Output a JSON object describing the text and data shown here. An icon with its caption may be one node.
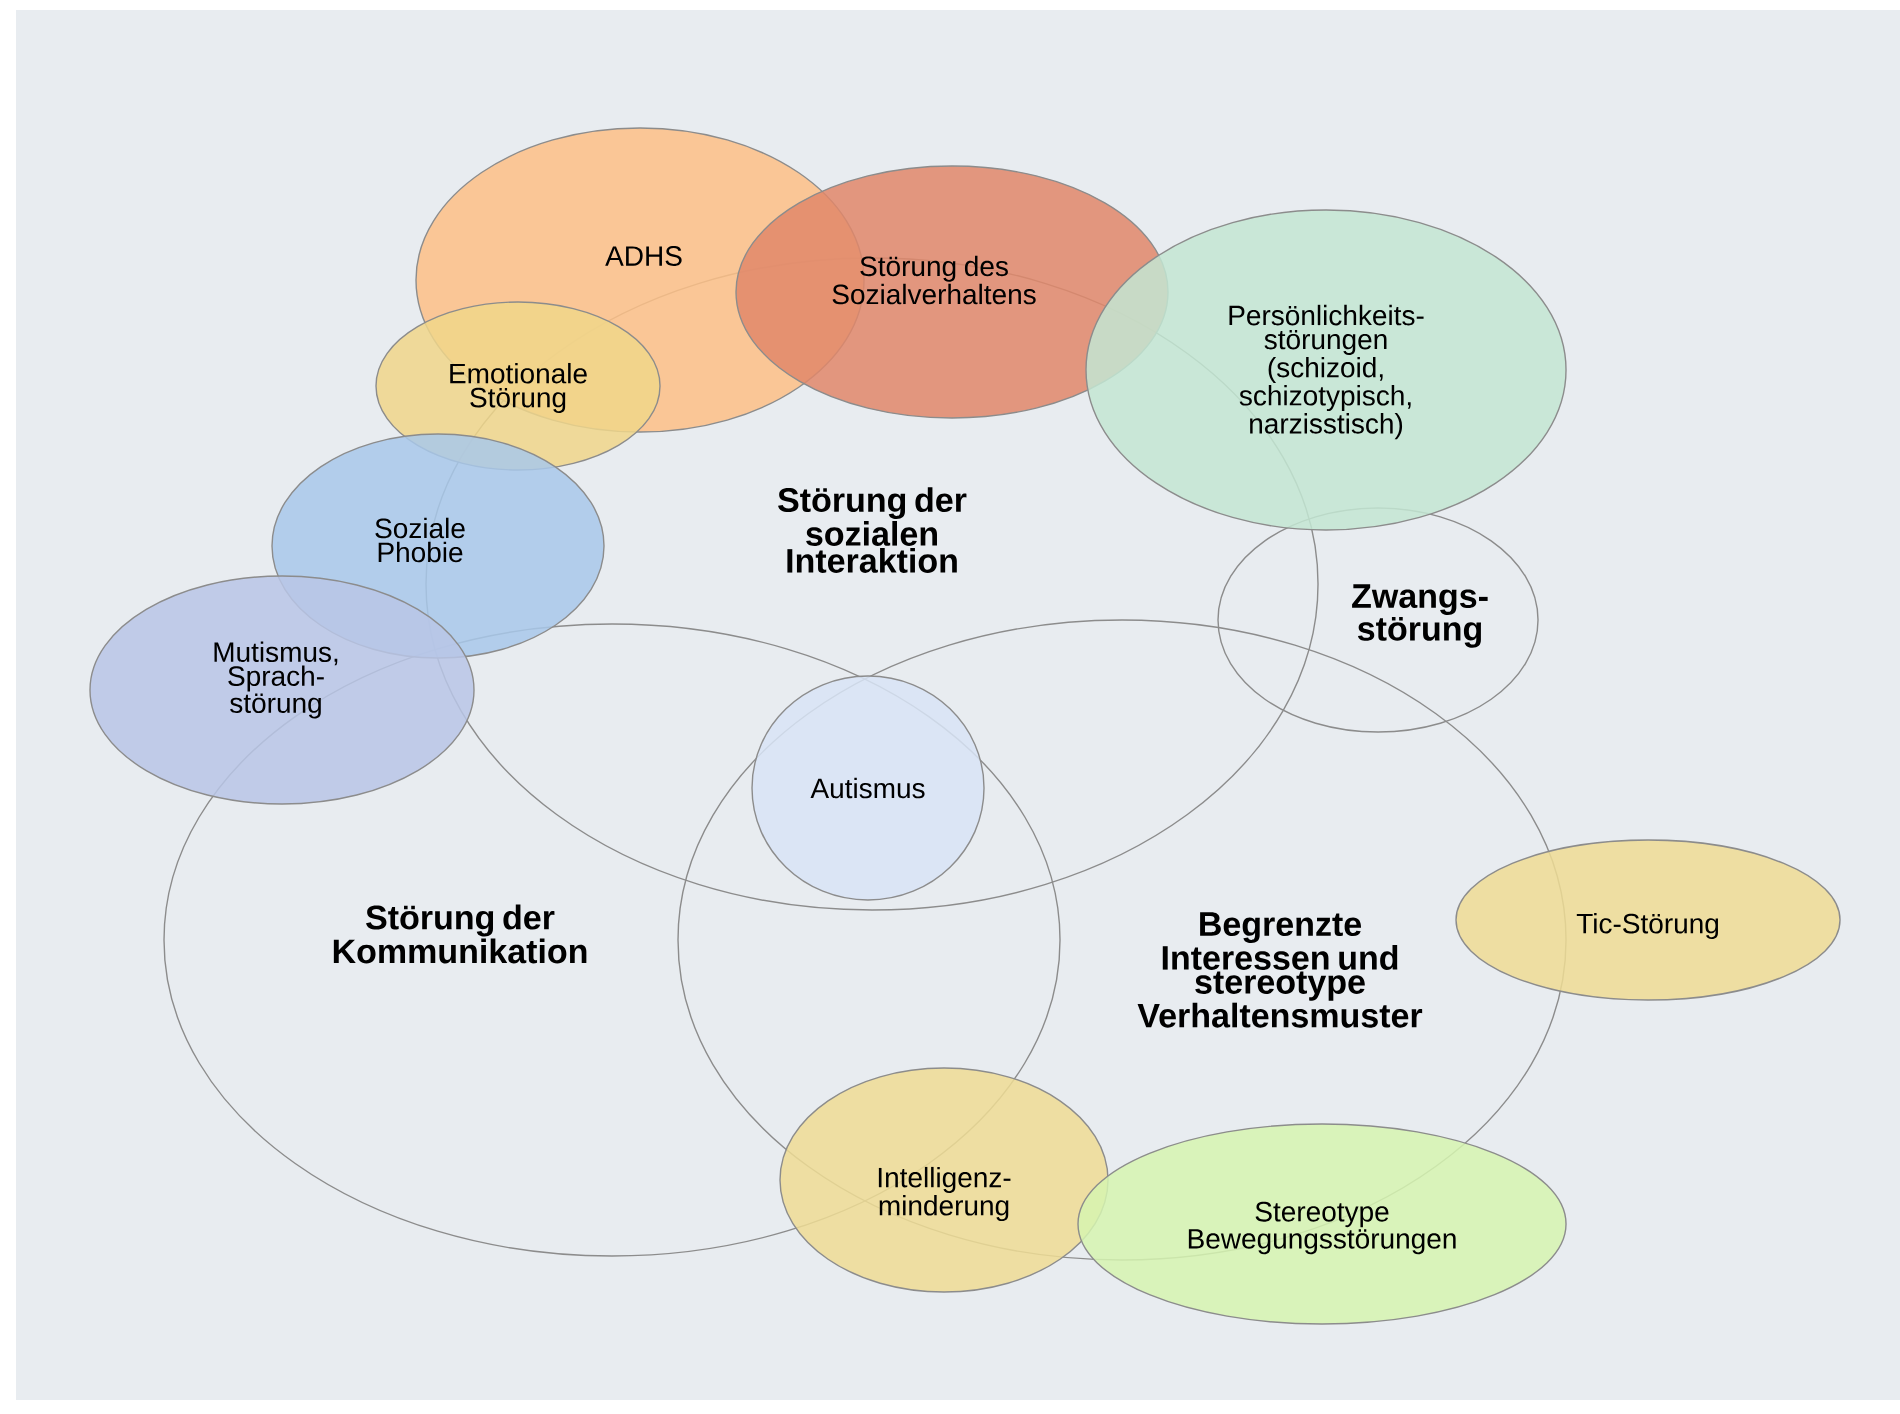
{
  "diagram": {
    "nodes": [
      {
        "text": [
          "ADHS"
        ]
      },
      {
        "text": [
          "Störung des Sozialverhaltens"
        ]
      },
      {
        "text": [
          "Emotionale Störung"
        ]
      },
      {
        "text": [
          "Persönlichkeits- störungen (schizoid, schizotypisch, narzisstisch)"
        ]
      },
      {
        "text": [
          "Störung der sozialen Interaktion"
        ]
      },
      {
        "text": [
          "Soziale Phobie"
        ]
      },
      {
        "text": [
          "Zwangs- störung"
        ]
      },
      {
        "text": [
          "Mutismus, Sprach- störung"
        ]
      },
      {
        "text": [
          "Autismus"
        ]
      },
      {
        "text": [
          "Störung der Kommunikation"
        ]
      },
      {
        "text": [
          "Begrenzte Interessen und stereotype Verhaltensmuster"
        ]
      },
      {
        "text": [
          "Tic-Störung"
        ]
      },
      {
        "text": [
          "Intelligenz- minderung"
        ]
      },
      {
        "text": [
          "Stereotype Bewegungsstörungen"
        ]
      }
    ]
  }
}
